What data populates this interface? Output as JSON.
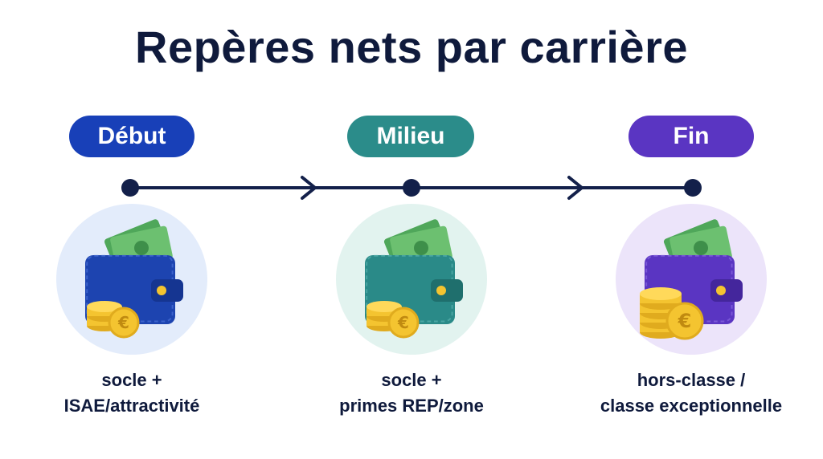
{
  "title": "Repères nets par carrière",
  "stages": [
    {
      "label": "Début",
      "caption_line1": "socle +",
      "caption_line2": "ISAE/attractivité",
      "color": "#1840b8"
    },
    {
      "label": "Milieu",
      "caption_line1": "socle +",
      "caption_line2": "primes REP/zone",
      "color": "#2b8c8a"
    },
    {
      "label": "Fin",
      "caption_line1": "hors-classe /",
      "caption_line2": "classe exceptionnelle",
      "color": "#5a35c2"
    }
  ],
  "icons": {
    "wallet": "wallet-icon",
    "banknotes": "banknotes-icon",
    "coins": "euro-coins-icon",
    "arrow": "arrow-right-icon"
  },
  "colors": {
    "title": "#0f1a3c",
    "timeline": "#13204a",
    "coin": "#f4c430"
  }
}
